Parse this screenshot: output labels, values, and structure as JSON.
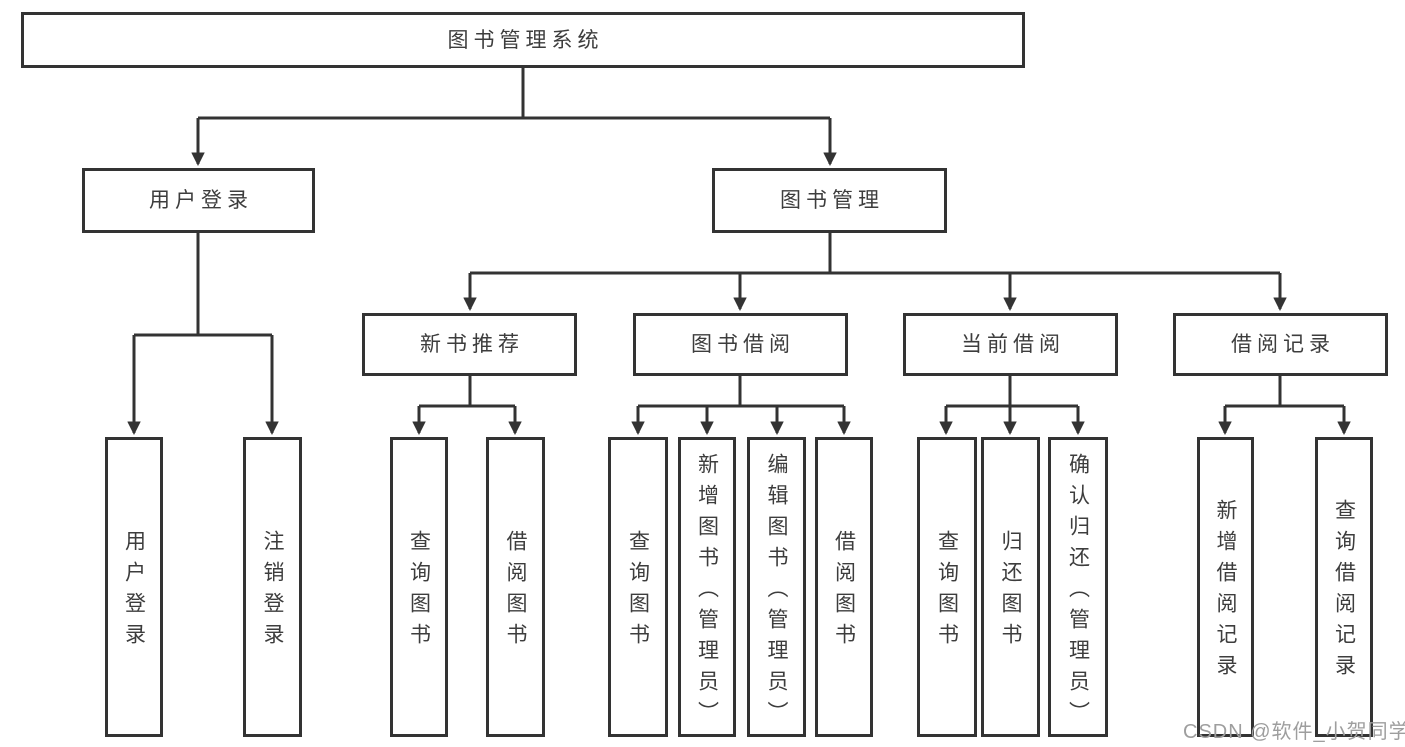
{
  "diagram": {
    "type": "tree",
    "title": "图书管理系统",
    "root": {
      "label": "图书管理系统",
      "children": [
        {
          "label": "用户登录",
          "children": [
            {
              "label": "用户登录"
            },
            {
              "label": "注销登录"
            }
          ]
        },
        {
          "label": "图书管理",
          "children": [
            {
              "label": "新书推荐",
              "children": [
                {
                  "label": "查询图书"
                },
                {
                  "label": "借阅图书"
                }
              ]
            },
            {
              "label": "图书借阅",
              "children": [
                {
                  "label": "查询图书"
                },
                {
                  "label": "新增图书（管理员）"
                },
                {
                  "label": "编辑图书（管理员）"
                },
                {
                  "label": "借阅图书"
                }
              ]
            },
            {
              "label": "当前借阅",
              "children": [
                {
                  "label": "查询图书"
                },
                {
                  "label": "归还图书"
                },
                {
                  "label": "确认归还（管理员）"
                }
              ]
            },
            {
              "label": "借阅记录",
              "children": [
                {
                  "label": "新增借阅记录"
                },
                {
                  "label": "查询借阅记录"
                }
              ]
            }
          ]
        }
      ]
    }
  },
  "watermark": {
    "text": "CSDN @软件_小贺同学"
  },
  "colors": {
    "line": "#333333",
    "box_border": "#333333",
    "box_fill": "#ffffff",
    "text": "#3d3d3d",
    "watermark": "#9e9e9e",
    "background": "#ffffff"
  }
}
